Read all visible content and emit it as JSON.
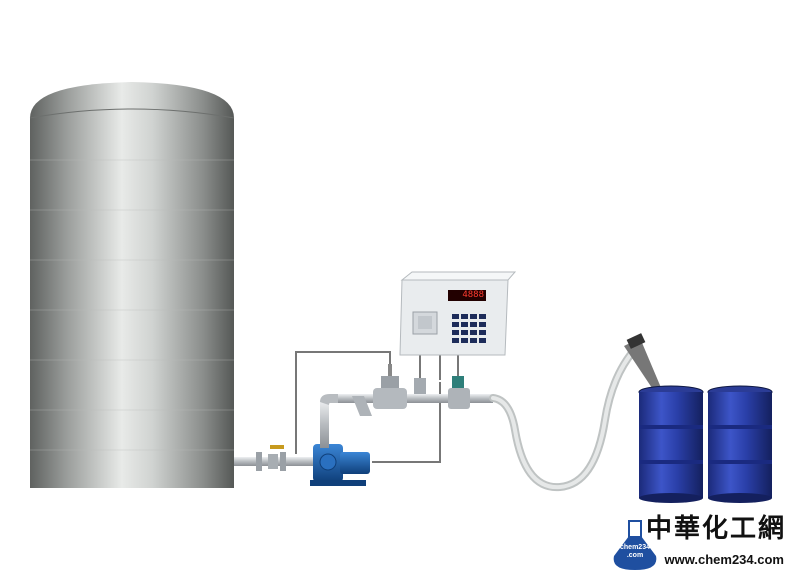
{
  "instrument": {
    "display_value": "4888"
  },
  "logo": {
    "flask_text_line1": "chem234",
    "flask_text_line2": ".com",
    "name": "中華化工網",
    "url": "www.chem234.com"
  },
  "colors": {
    "tank": "#9a9d9b",
    "drum": "#2a3fa8",
    "pump": "#1a5fa8",
    "pipe": "#c8ccd0",
    "hose": "#d9dcdc",
    "display": "#ff3b2f",
    "logo_flask": "#1f4fa0"
  }
}
